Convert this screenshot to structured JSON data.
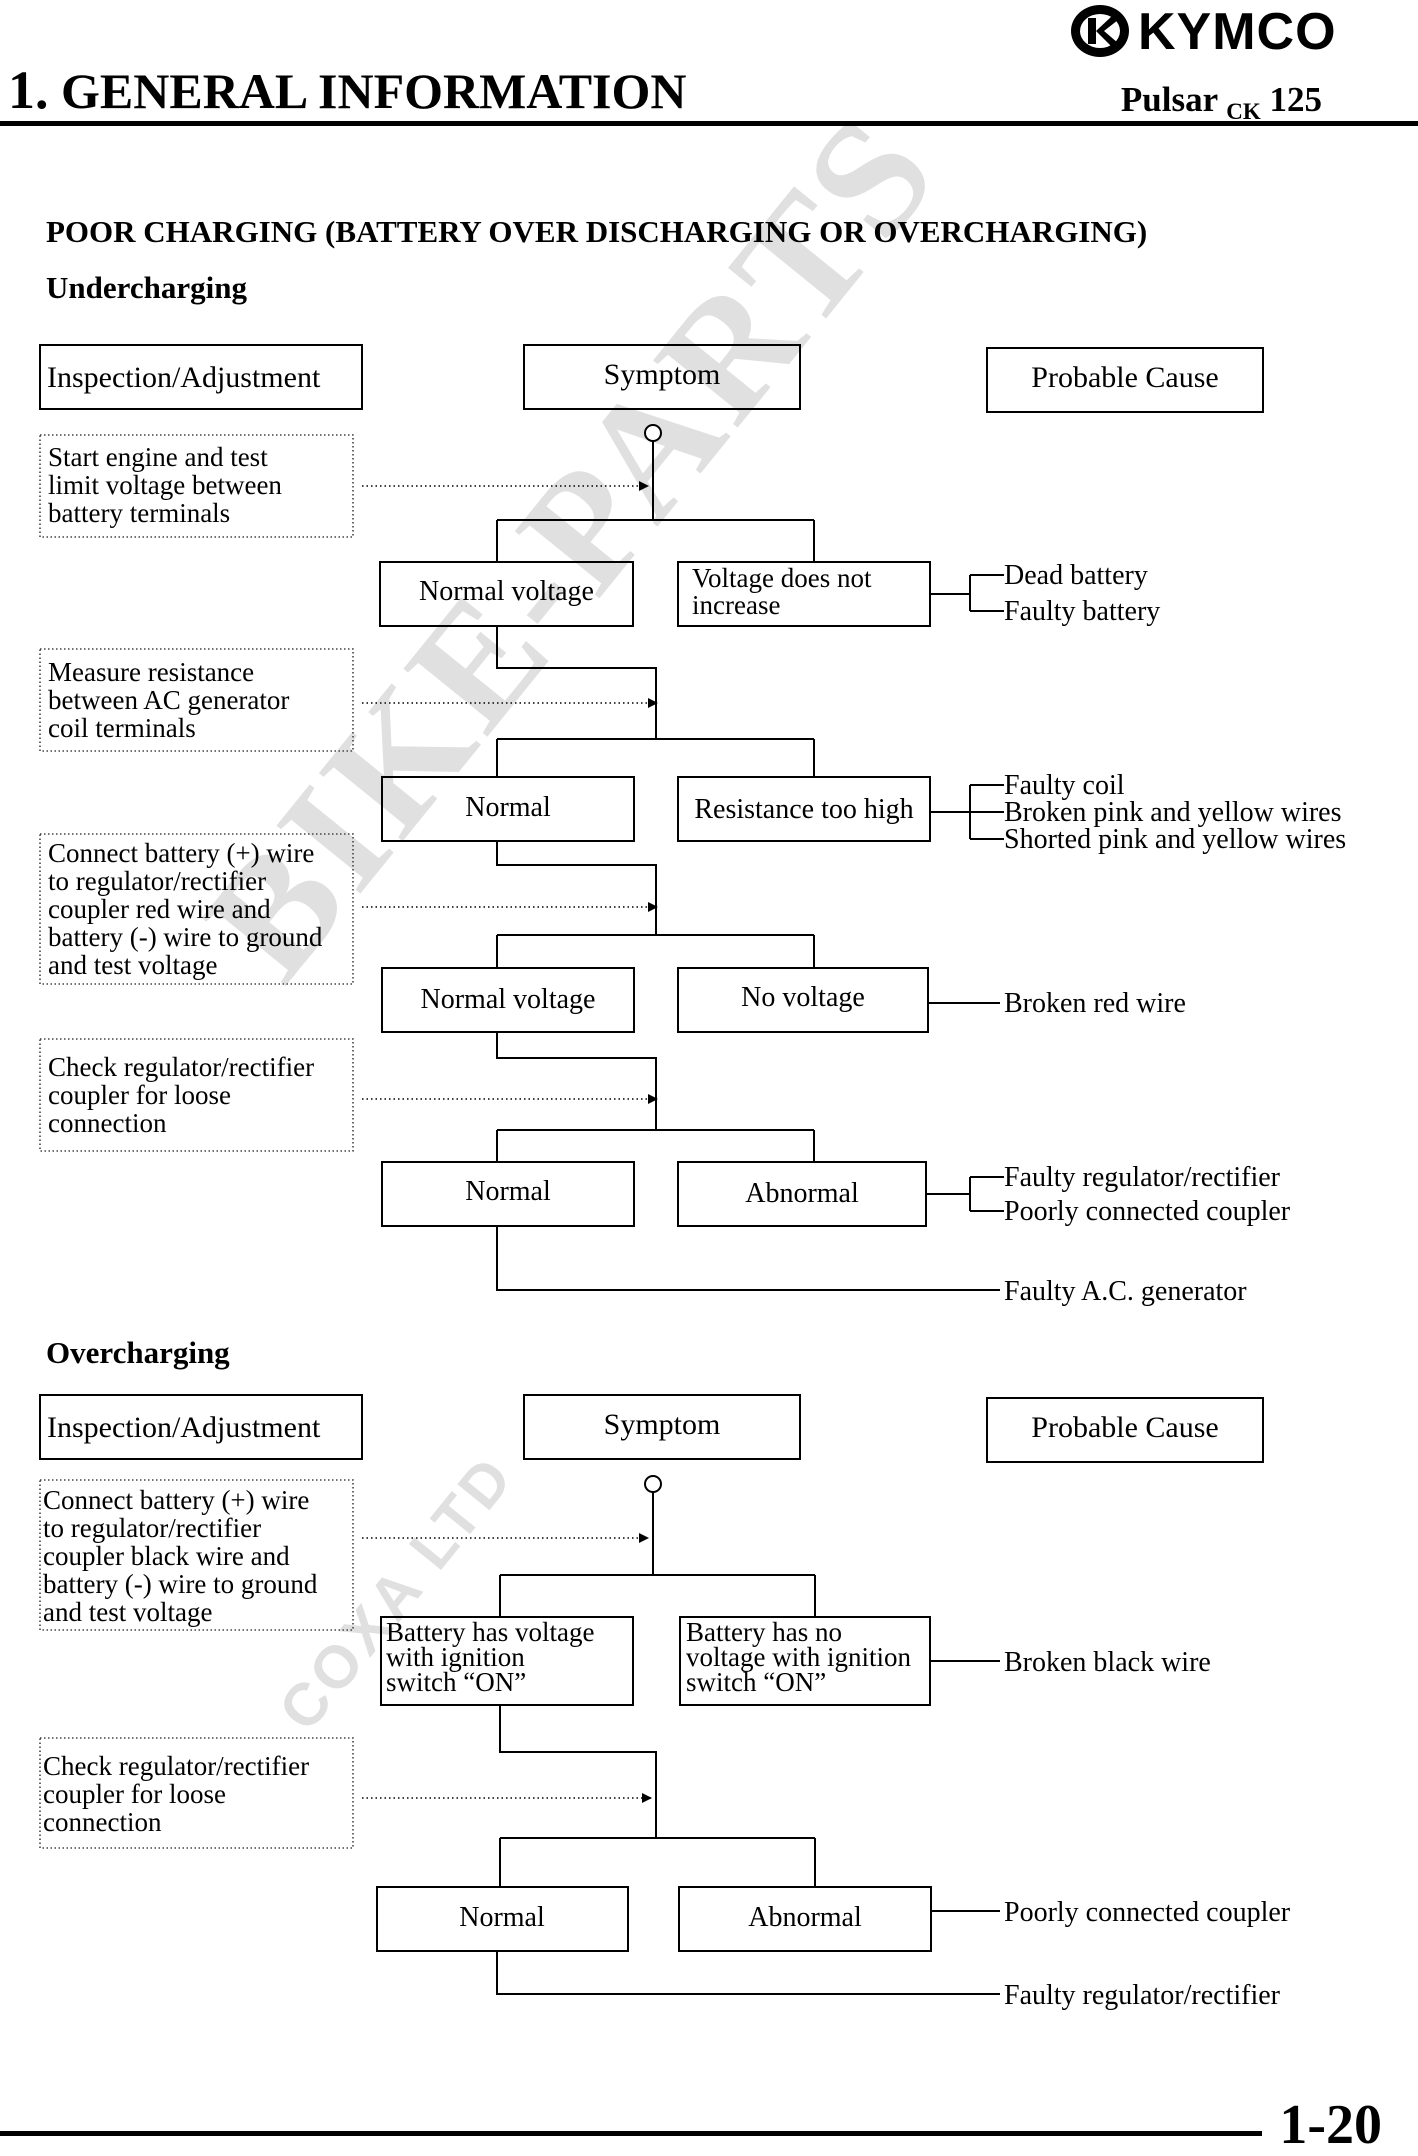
{
  "header": {
    "brand": "KYMCO",
    "chapter_number": "1.",
    "chapter_title": "GENERAL INFORMATION",
    "model_name": "Pulsar",
    "model_sub": "CK",
    "model_number": "125"
  },
  "section_title": "POOR CHARGING (BATTERY OVER DISCHARGING OR OVERCHARGING)",
  "column_headers": {
    "inspection": "Inspection/Adjustment",
    "symptom": "Symptom",
    "cause": "Probable Cause"
  },
  "undercharging": {
    "title": "Undercharging",
    "inspections": [
      [
        "Start engine and test",
        "limit voltage between",
        "battery terminals"
      ],
      [
        "Measure resistance",
        "between AC generator",
        "coil terminals"
      ],
      [
        "Connect battery (+) wire",
        "to regulator/rectifier",
        "coupler red wire and",
        "battery (-) wire to ground",
        "and test voltage"
      ],
      [
        "Check regulator/rectifier",
        "coupler for loose",
        "connection"
      ]
    ],
    "steps": [
      {
        "left": [
          "Normal voltage"
        ],
        "right": [
          "Voltage does not",
          "increase"
        ],
        "causes": [
          "Dead battery",
          "Faulty battery"
        ]
      },
      {
        "left": [
          "Normal"
        ],
        "right": [
          "Resistance too high"
        ],
        "causes": [
          "Faulty coil",
          "Broken pink and yellow wires",
          "Shorted pink and yellow wires"
        ]
      },
      {
        "left": [
          "Normal voltage"
        ],
        "right": [
          "No voltage"
        ],
        "causes": [
          "Broken red wire"
        ]
      },
      {
        "left": [
          "Normal"
        ],
        "right": [
          "Abnormal"
        ],
        "causes": [
          "Faulty regulator/rectifier",
          "Poorly connected coupler"
        ]
      }
    ],
    "final_cause": "Faulty A.C. generator"
  },
  "overcharging": {
    "title": "Overcharging",
    "inspections": [
      [
        "Connect battery (+) wire",
        "to regulator/rectifier",
        "coupler black wire and",
        "battery (-) wire to ground",
        "and test voltage"
      ],
      [
        "Check regulator/rectifier",
        "coupler for loose",
        "connection"
      ]
    ],
    "steps": [
      {
        "left": [
          "Battery has voltage",
          "with ignition",
          "switch “ON”"
        ],
        "right": [
          "Battery has no",
          "voltage with ignition",
          "switch “ON”"
        ],
        "causes": [
          "Broken black wire"
        ]
      },
      {
        "left": [
          "Normal"
        ],
        "right": [
          "Abnormal"
        ],
        "causes": [
          "Poorly connected coupler"
        ]
      }
    ],
    "final_cause": "Faulty regulator/rectifier"
  },
  "watermark": "BIKE-PARTS",
  "watermark_sub": "COXA LTD",
  "page_number": "1-20"
}
